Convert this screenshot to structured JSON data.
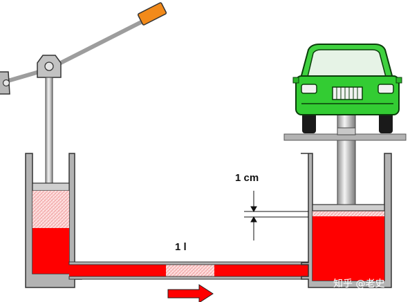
{
  "labels": {
    "height_change": "1 cm",
    "volume": "1 l"
  },
  "watermark": "知乎 @老史",
  "colors": {
    "fluid": "#ff0000",
    "fluid_hatch": "#f7b7b7",
    "cylinder_wall": "#b3b3b3",
    "car_body": "#33cc33",
    "handle_grip": "#f28a1a"
  },
  "icons": {
    "car": "car-icon",
    "arrow": "flow-arrow-icon",
    "lever": "lever-icon"
  }
}
